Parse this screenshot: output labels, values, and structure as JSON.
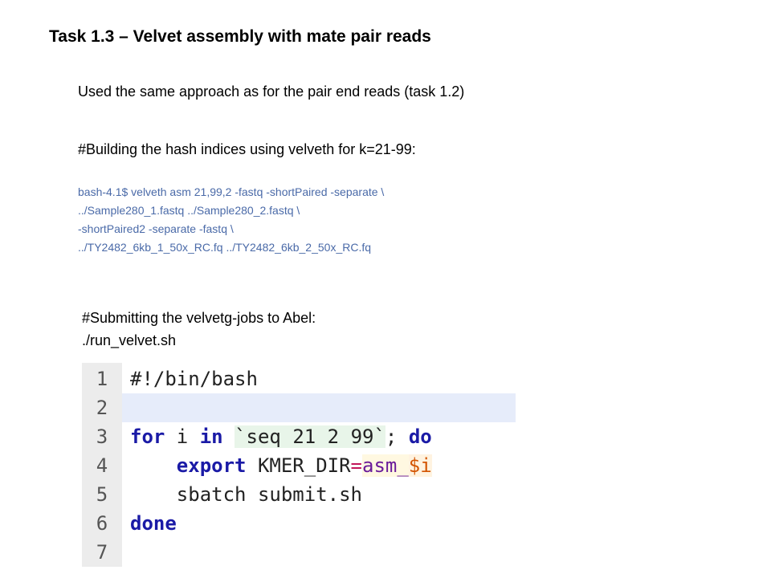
{
  "title": "Task 1.3 – Velvet assembly with mate pair reads",
  "subtitle": "Used the same approach as for the pair end reads (task 1.2)",
  "hash_heading": "#Building the hash indices using velveth for k=21-99:",
  "command_lines": [
    "bash-4.1$ velveth asm 21,99,2 -fastq -shortPaired -separate \\",
    "../Sample280_1.fastq ../Sample280_2.fastq \\",
    "-shortPaired2 -separate -fastq \\",
    "../TY2482_6kb_1_50x_RC.fq ../TY2482_6kb_2_50x_RC.fq"
  ],
  "submit_heading": "#Submitting the velvetg-jobs to Abel:",
  "script_name": "./run_velvet.sh",
  "code": {
    "line_numbers": [
      "1",
      "2",
      "3",
      "4",
      "5",
      "6",
      "7"
    ],
    "l1": "#!/bin/bash",
    "l3_for": "for",
    "l3_i": " i ",
    "l3_in": "in",
    "l3_space": " ",
    "l3_seq": "`seq 21 2 99`",
    "l3_semi": "; ",
    "l3_do": "do",
    "l4_indent": "    ",
    "l4_export": "export",
    "l4_name": " KMER_DIR",
    "l4_eq": "=",
    "l4_val": "asm_",
    "l4_var": "$i",
    "l5": "    sbatch submit.sh",
    "l6_done": "done"
  },
  "colors": {
    "command_text": "#4a6aa8",
    "keyword": "#1a1aa6",
    "gutter_bg": "#ececec",
    "current_line_bg": "#e6ecfa"
  }
}
